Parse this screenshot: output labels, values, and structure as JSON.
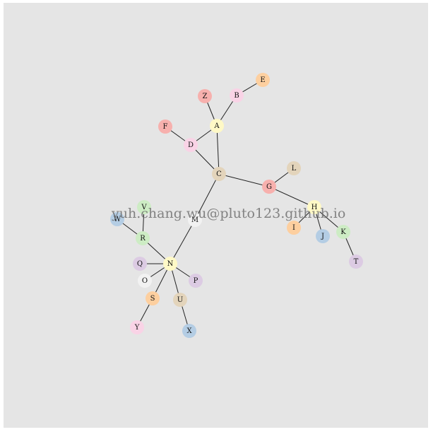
{
  "watermark": "yuh.chang.wu@pluto123.github.io",
  "colors": {
    "background": "#e5e5e5",
    "edge": "#222222",
    "pink": "#f9d3e6",
    "cream": "#fff9c6",
    "salmon": "#f7b0ad",
    "peach": "#fdcf9f",
    "tan": "#e3d4bb",
    "blue": "#b4cde4",
    "green": "#cdecc4",
    "lavender": "#dccbe3",
    "white": "#f2f2f2"
  },
  "nodes": [
    {
      "id": "A",
      "color": "cream"
    },
    {
      "id": "B",
      "color": "pink"
    },
    {
      "id": "C",
      "color": "tan"
    },
    {
      "id": "D",
      "color": "pink"
    },
    {
      "id": "E",
      "color": "peach"
    },
    {
      "id": "F",
      "color": "salmon"
    },
    {
      "id": "G",
      "color": "salmon"
    },
    {
      "id": "H",
      "color": "cream"
    },
    {
      "id": "I",
      "color": "peach"
    },
    {
      "id": "J",
      "color": "blue"
    },
    {
      "id": "K",
      "color": "green"
    },
    {
      "id": "L",
      "color": "tan"
    },
    {
      "id": "M",
      "color": "white"
    },
    {
      "id": "N",
      "color": "cream"
    },
    {
      "id": "O",
      "color": "white"
    },
    {
      "id": "P",
      "color": "lavender"
    },
    {
      "id": "Q",
      "color": "lavender"
    },
    {
      "id": "R",
      "color": "green"
    },
    {
      "id": "S",
      "color": "peach"
    },
    {
      "id": "T",
      "color": "lavender"
    },
    {
      "id": "U",
      "color": "tan"
    },
    {
      "id": "V",
      "color": "green"
    },
    {
      "id": "W",
      "color": "blue"
    },
    {
      "id": "X",
      "color": "blue"
    },
    {
      "id": "Y",
      "color": "pink"
    },
    {
      "id": "Z",
      "color": "salmon"
    }
  ],
  "edges": [
    [
      "A",
      "B"
    ],
    [
      "B",
      "E"
    ],
    [
      "A",
      "Z"
    ],
    [
      "A",
      "D"
    ],
    [
      "A",
      "C"
    ],
    [
      "D",
      "F"
    ],
    [
      "D",
      "C"
    ],
    [
      "C",
      "G"
    ],
    [
      "C",
      "M"
    ],
    [
      "G",
      "L"
    ],
    [
      "G",
      "H"
    ],
    [
      "H",
      "I"
    ],
    [
      "H",
      "J"
    ],
    [
      "H",
      "K"
    ],
    [
      "K",
      "T"
    ],
    [
      "M",
      "N"
    ],
    [
      "N",
      "R"
    ],
    [
      "R",
      "V"
    ],
    [
      "R",
      "W"
    ],
    [
      "N",
      "Q"
    ],
    [
      "N",
      "O"
    ],
    [
      "N",
      "P"
    ],
    [
      "N",
      "S"
    ],
    [
      "N",
      "U"
    ],
    [
      "S",
      "Y"
    ],
    [
      "U",
      "X"
    ]
  ]
}
